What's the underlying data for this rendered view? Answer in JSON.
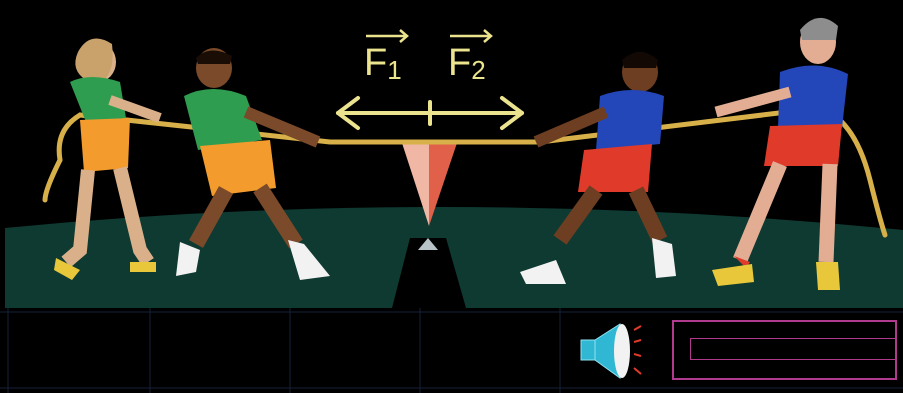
{
  "labels": {
    "force_1": "F",
    "force_1_sub": "1",
    "force_2": "F",
    "force_2_sub": "2"
  },
  "colors": {
    "background": "#000000",
    "ground": "#0f3a31",
    "rope": "#d8b04a",
    "arrow": "#ece38f",
    "team_left_shirt": "#2e9d4f",
    "team_left_shorts": "#f39b2c",
    "team_right_shirt": "#2346b8",
    "team_right_shorts": "#e03a2a",
    "marker_left": "#f0b8a4",
    "marker_right": "#e0604a",
    "speaker": "#2fb7d3",
    "progress_border": "#b03a8e"
  },
  "icons": {
    "speaker": "speaker-icon"
  },
  "progress": {
    "value": 0
  }
}
